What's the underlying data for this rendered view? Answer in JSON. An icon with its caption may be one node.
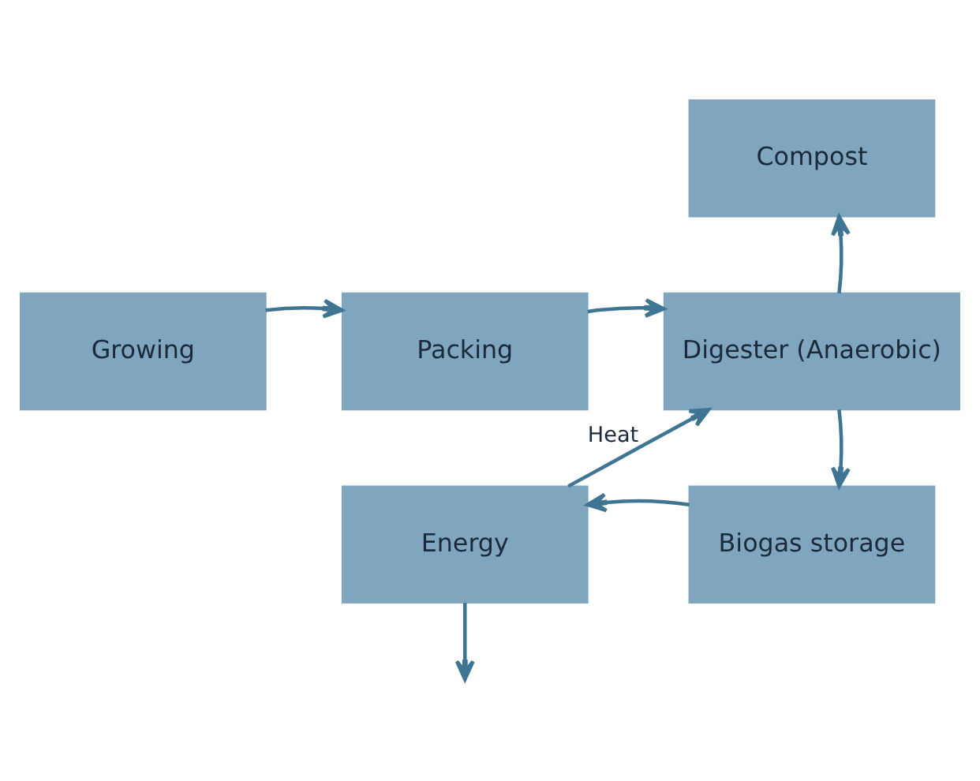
{
  "diagram": {
    "nodes": [
      {
        "text": [
          "Growing"
        ]
      },
      {
        "text": [
          "Packing"
        ]
      },
      {
        "text": [
          "Digester (Anaerobic)"
        ]
      },
      {
        "text": [
          "Compost"
        ]
      },
      {
        "text": [
          "Biogas storage"
        ]
      },
      {
        "text": [
          "Energy"
        ]
      }
    ],
    "edges": [
      {
        "from": 0,
        "to": 1,
        "arrow": "to"
      },
      {
        "from": 1,
        "to": 2,
        "arrow": "to"
      },
      {
        "from": 2,
        "to": 3,
        "arrow": "to"
      },
      {
        "from": 2,
        "to": 4,
        "arrow": "to"
      },
      {
        "from": 4,
        "to": 5,
        "arrow": "to"
      },
      {
        "from": 5,
        "to": 2,
        "label": "Heat",
        "arrow": "to"
      },
      {
        "from": 5,
        "to": null,
        "arrow": "to"
      }
    ]
  }
}
